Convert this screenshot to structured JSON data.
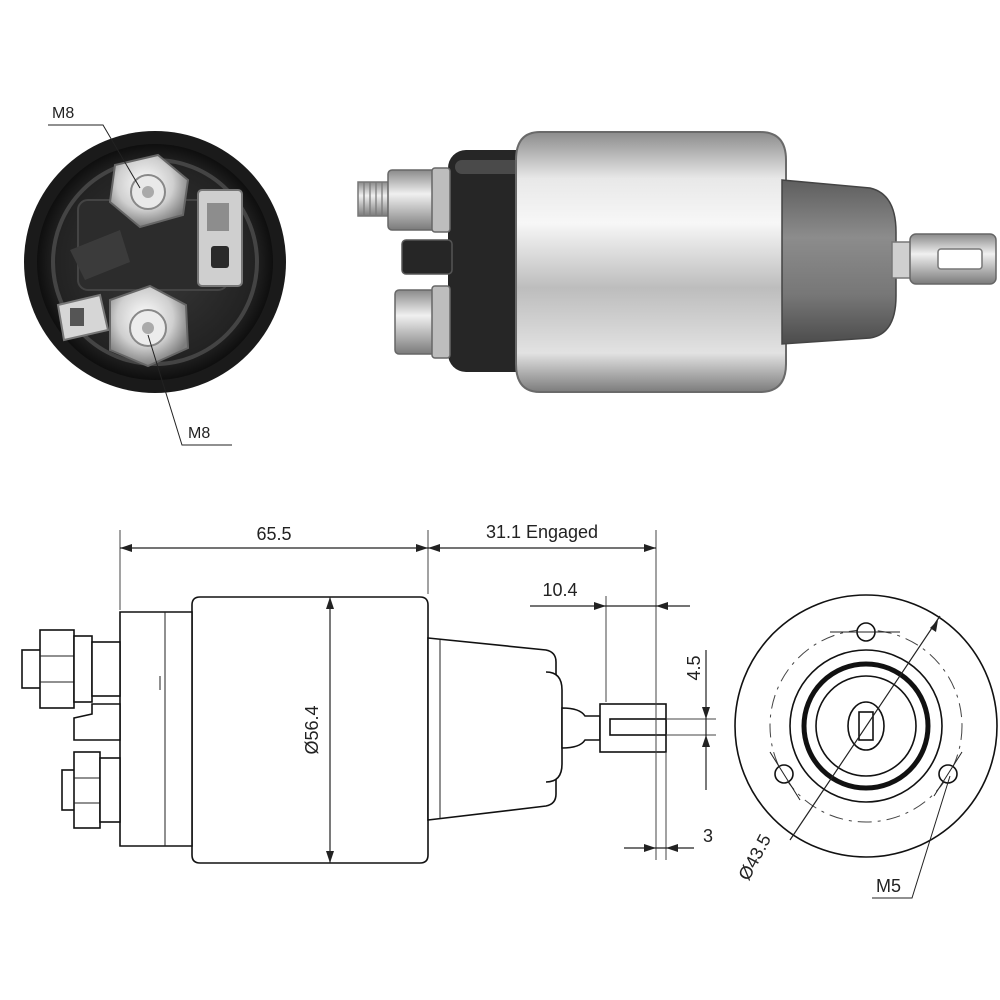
{
  "photo_end_view": {
    "label_top": "M8",
    "label_bottom": "M8"
  },
  "drawing_side_view": {
    "length_body": "65.5",
    "stroke_engaged": "31.1 Engaged",
    "plunger_offset": "10.4",
    "diameter_body": "Ø56.4",
    "slot_width": "4.5",
    "slot_depth": "3"
  },
  "drawing_end_view": {
    "bolt_circle": "Ø43.5",
    "mount_thread": "M5"
  },
  "colors": {
    "line": "#222222",
    "housing_dark": "#2a2a2a",
    "metal_light": "#e4e4e4",
    "metal_mid": "#a8a8a8",
    "boot_grey": "#7a7a7a"
  }
}
